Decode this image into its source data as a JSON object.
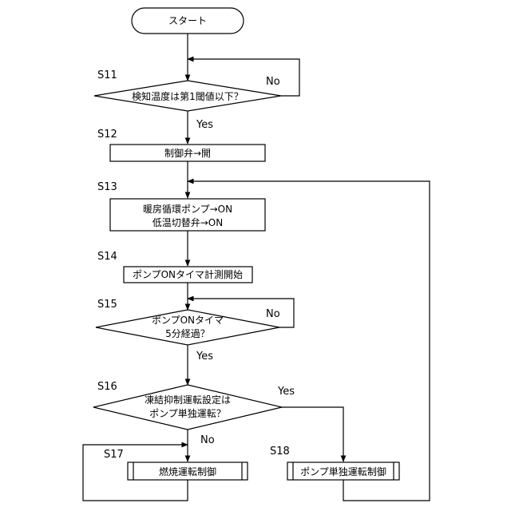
{
  "start": "スタート",
  "steps": {
    "s11": "S11",
    "s12": "S12",
    "s13": "S13",
    "s14": "S14",
    "s15": "S15",
    "s16": "S16",
    "s17": "S17",
    "s18": "S18"
  },
  "d11": {
    "text": "検知温度は第1閾値以下？",
    "no": "No",
    "yes": "Yes"
  },
  "p12": {
    "text": "制御弁→開"
  },
  "p13": {
    "line1": "暖房循環ポンプ→ON",
    "line2": "低温切替弁→ON"
  },
  "p14": {
    "text": "ポンプONタイマ計測開始"
  },
  "d15": {
    "line1": "ポンプONタイマ",
    "line2": "5分経過？",
    "no": "No",
    "yes": "Yes"
  },
  "d16": {
    "line1": "凍結抑制運転設定は",
    "line2": "ポンプ単独運転？",
    "no": "No",
    "yes": "Yes"
  },
  "p17": {
    "text": "燃焼運転制御"
  },
  "p18": {
    "text": "ポンプ単独運転制御"
  }
}
